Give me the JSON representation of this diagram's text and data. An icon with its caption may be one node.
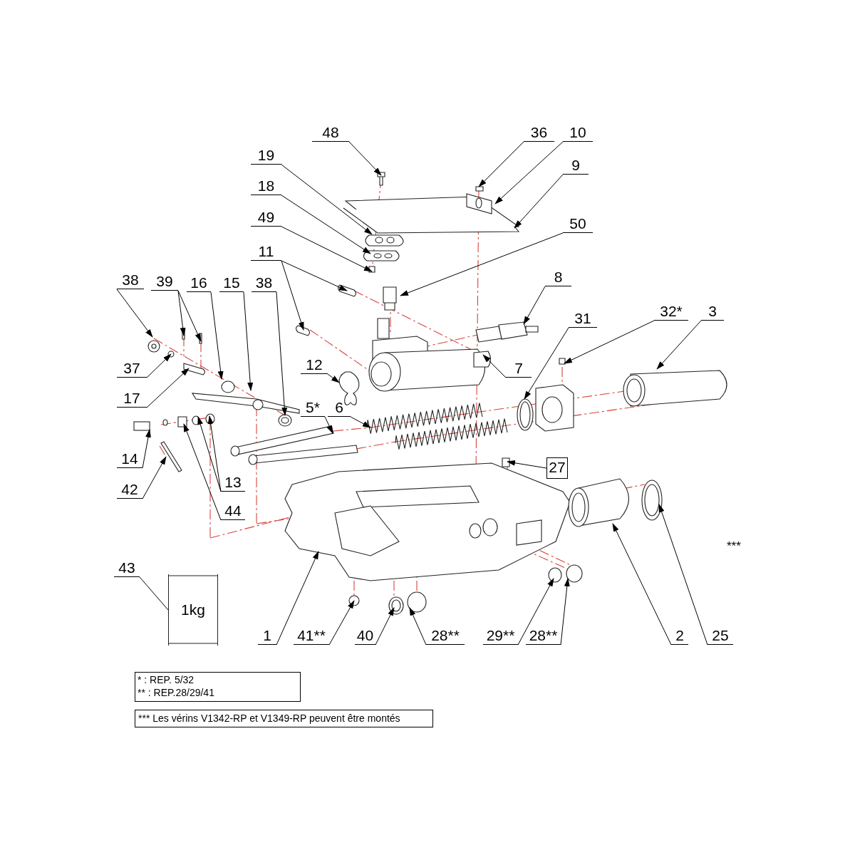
{
  "diagram": {
    "nodes": [
      {
        "text": [
          "48"
        ]
      },
      {
        "text": [
          "36"
        ]
      },
      {
        "text": [
          "10"
        ]
      },
      {
        "text": [
          "19"
        ]
      },
      {
        "text": [
          "9"
        ]
      },
      {
        "text": [
          "18"
        ]
      },
      {
        "text": [
          "49"
        ]
      },
      {
        "text": [
          "50"
        ]
      },
      {
        "text": [
          "11"
        ]
      },
      {
        "text": [
          "38"
        ]
      },
      {
        "text": [
          "39"
        ]
      },
      {
        "text": [
          "16"
        ]
      },
      {
        "text": [
          "15"
        ]
      },
      {
        "text": [
          "38"
        ]
      },
      {
        "text": [
          "8"
        ]
      },
      {
        "text": [
          "31"
        ]
      },
      {
        "text": [
          "32*"
        ]
      },
      {
        "text": [
          "3"
        ]
      },
      {
        "text": [
          "37"
        ]
      },
      {
        "text": [
          "12"
        ]
      },
      {
        "text": [
          "7"
        ]
      },
      {
        "text": [
          "17"
        ]
      },
      {
        "text": [
          "5*"
        ]
      },
      {
        "text": [
          "6"
        ]
      },
      {
        "text": [
          "27"
        ]
      },
      {
        "text": [
          "14"
        ]
      },
      {
        "text": [
          "13"
        ]
      },
      {
        "text": [
          "42"
        ]
      },
      {
        "text": [
          "44"
        ]
      },
      {
        "text": [
          "43"
        ]
      },
      {
        "text": [
          "1kg"
        ]
      },
      {
        "text": [
          "1"
        ]
      },
      {
        "text": [
          "41**"
        ]
      },
      {
        "text": [
          "40"
        ]
      },
      {
        "text": [
          "28**"
        ]
      },
      {
        "text": [
          "29**"
        ]
      },
      {
        "text": [
          "28**"
        ]
      },
      {
        "text": [
          "2"
        ]
      },
      {
        "text": [
          "25"
        ]
      },
      {
        "text": [],
        "shape": "circle"
      },
      {
        "text": [],
        "shape": "circle"
      },
      {
        "text": [],
        "shape": "picture"
      },
      {
        "text": [],
        "shape": "bar"
      },
      {
        "text": [],
        "shape": "box"
      }
    ],
    "edges": [
      {
        "from": 0,
        "to": null,
        "arrow": "to"
      },
      {
        "from": 1,
        "to": null,
        "arrow": "to"
      },
      {
        "from": 2,
        "to": null,
        "arrow": "to"
      },
      {
        "from": 3,
        "to": null,
        "arrow": "to"
      },
      {
        "from": 4,
        "to": null,
        "arrow": "to"
      },
      {
        "from": 5,
        "to": null,
        "arrow": "to"
      },
      {
        "from": 6,
        "to": null,
        "arrow": "to"
      },
      {
        "from": 7,
        "to": null,
        "arrow": "to"
      },
      {
        "from": 8,
        "to": null,
        "arrow": "to"
      },
      {
        "from": 8,
        "to": null,
        "arrow": "to"
      },
      {
        "from": 9,
        "to": null,
        "arrow": "to"
      },
      {
        "from": 10,
        "to": null,
        "arrow": "to"
      },
      {
        "from": 10,
        "to": null,
        "arrow": "to"
      },
      {
        "from": 11,
        "to": null,
        "arrow": "to"
      },
      {
        "from": 12,
        "to": null,
        "arrow": "to"
      },
      {
        "from": 13,
        "to": 39,
        "arrow": "to"
      },
      {
        "from": 14,
        "to": null,
        "arrow": "to"
      },
      {
        "from": 15,
        "to": 40,
        "arrow": "to"
      },
      {
        "from": 16,
        "to": null,
        "arrow": "to"
      },
      {
        "from": 17,
        "to": null,
        "arrow": "to"
      },
      {
        "from": 18,
        "to": null,
        "arrow": "to"
      },
      {
        "from": 19,
        "to": 41,
        "arrow": "to"
      },
      {
        "from": 20,
        "to": null,
        "arrow": "to"
      },
      {
        "from": 21,
        "to": null,
        "arrow": "to"
      },
      {
        "from": 22,
        "to": 42,
        "arrow": "to"
      },
      {
        "from": 23,
        "to": null,
        "arrow": "to"
      },
      {
        "from": 24,
        "to": null,
        "arrow": "to"
      },
      {
        "from": 25,
        "to": 43,
        "arrow": "to"
      },
      {
        "from": 26,
        "to": null,
        "arrow": "to"
      },
      {
        "from": 26,
        "to": null,
        "arrow": "to"
      },
      {
        "from": 27,
        "to": null,
        "arrow": "to"
      },
      {
        "from": 28,
        "to": null,
        "arrow": "to"
      },
      {
        "from": 29,
        "to": 30,
        "arrow": "none"
      },
      {
        "from": 31,
        "to": null,
        "arrow": "to"
      },
      {
        "from": 32,
        "to": null,
        "arrow": "to"
      },
      {
        "from": 33,
        "to": null,
        "arrow": "to"
      },
      {
        "from": 34,
        "to": null,
        "arrow": "to"
      },
      {
        "from": 35,
        "to": null,
        "arrow": "to"
      },
      {
        "from": 36,
        "to": null,
        "arrow": "to"
      },
      {
        "from": 37,
        "to": null,
        "arrow": "to"
      },
      {
        "from": 38,
        "to": null,
        "arrow": "to"
      }
    ],
    "labels": [
      "***",
      "* : REP. 5/32",
      "** : REP.28/29/41",
      "*** Les vérins V1342-RP et V1349-RP peuvent être montés"
    ]
  }
}
